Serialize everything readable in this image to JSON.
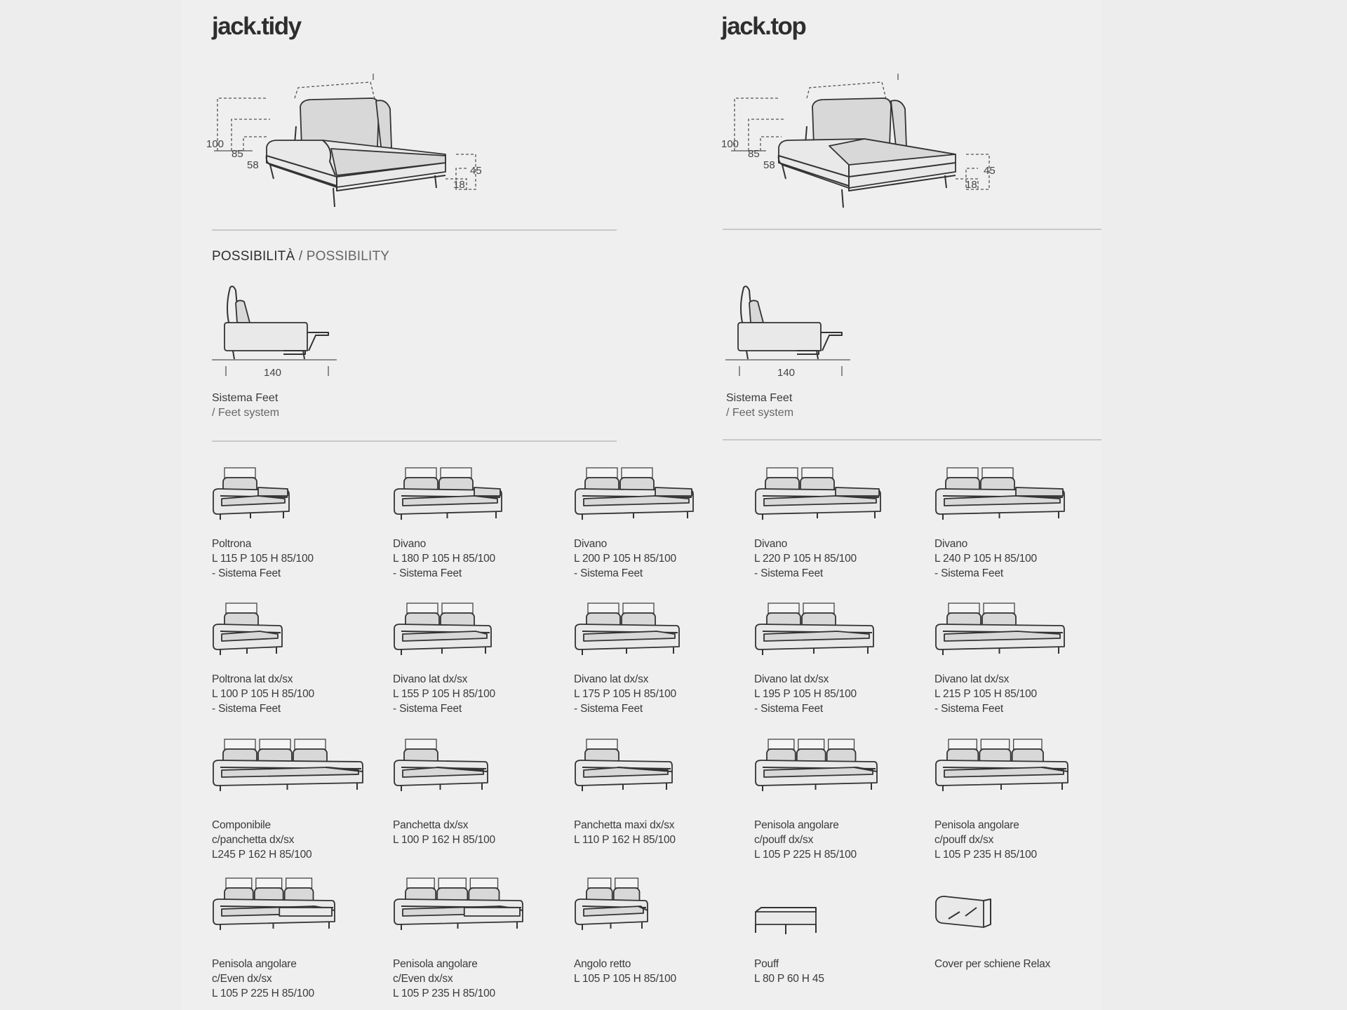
{
  "models": [
    {
      "title": "jack.tidy",
      "dims": [
        "100",
        "85",
        "58",
        "45",
        "18"
      ],
      "feet_width": "140"
    },
    {
      "title": "jack.top",
      "dims": [
        "100",
        "85",
        "58",
        "45",
        "18"
      ],
      "feet_width": "140"
    }
  ],
  "possibility": {
    "it": "POSSIBILITÀ",
    "sep": " / ",
    "en": "POSSIBILITY"
  },
  "feet_label": {
    "it": "Sistema Feet",
    "en": "/ Feet system"
  },
  "items": [
    {
      "lines": [
        "Poltrona",
        "L 115 P 105 H 85/100",
        "- Sistema Feet"
      ]
    },
    {
      "lines": [
        "Divano",
        "L 180 P 105 H 85/100",
        "- Sistema Feet"
      ]
    },
    {
      "lines": [
        "Divano",
        "L 200 P 105 H 85/100",
        "- Sistema Feet"
      ]
    },
    {
      "lines": [
        "Divano",
        "L 220 P 105 H 85/100",
        "- Sistema Feet"
      ]
    },
    {
      "lines": [
        "Divano",
        "L 240 P 105 H 85/100",
        "- Sistema Feet"
      ]
    },
    {
      "lines": [
        "Poltrona lat dx/sx",
        "L 100 P 105 H 85/100",
        "- Sistema Feet"
      ]
    },
    {
      "lines": [
        "Divano lat dx/sx",
        "L 155 P 105 H 85/100",
        "- Sistema Feet"
      ]
    },
    {
      "lines": [
        "Divano lat dx/sx",
        "L 175 P 105 H 85/100",
        "- Sistema Feet"
      ]
    },
    {
      "lines": [
        "Divano lat dx/sx",
        "L 195 P 105 H 85/100",
        "- Sistema Feet"
      ]
    },
    {
      "lines": [
        "Divano lat dx/sx",
        "L 215 P 105 H 85/100",
        "- Sistema Feet"
      ]
    },
    {
      "lines": [
        "Componibile",
        "c/panchetta dx/sx",
        "L245 P 162 H 85/100"
      ]
    },
    {
      "lines": [
        "Panchetta dx/sx",
        "L 100 P 162 H 85/100"
      ]
    },
    {
      "lines": [
        "Panchetta maxi dx/sx",
        "L 110 P 162 H 85/100"
      ]
    },
    {
      "lines": [
        "Penisola angolare",
        "c/pouff dx/sx",
        "L 105 P 225 H 85/100"
      ]
    },
    {
      "lines": [
        "Penisola angolare",
        "c/pouff dx/sx",
        "L 105 P 235 H 85/100"
      ]
    },
    {
      "lines": [
        "Penisola angolare",
        "c/Even dx/sx",
        "L 105 P 225 H 85/100"
      ]
    },
    {
      "lines": [
        "Penisola angolare",
        "c/Even dx/sx",
        "L 105 P 235 H 85/100"
      ]
    },
    {
      "lines": [
        "Angolo retto",
        "L 105 P 105 H 85/100"
      ]
    },
    {
      "lines": [
        "Pouff",
        "L 80 P 60 H 45"
      ]
    },
    {
      "lines": [
        "Cover per schiene Relax"
      ]
    }
  ]
}
